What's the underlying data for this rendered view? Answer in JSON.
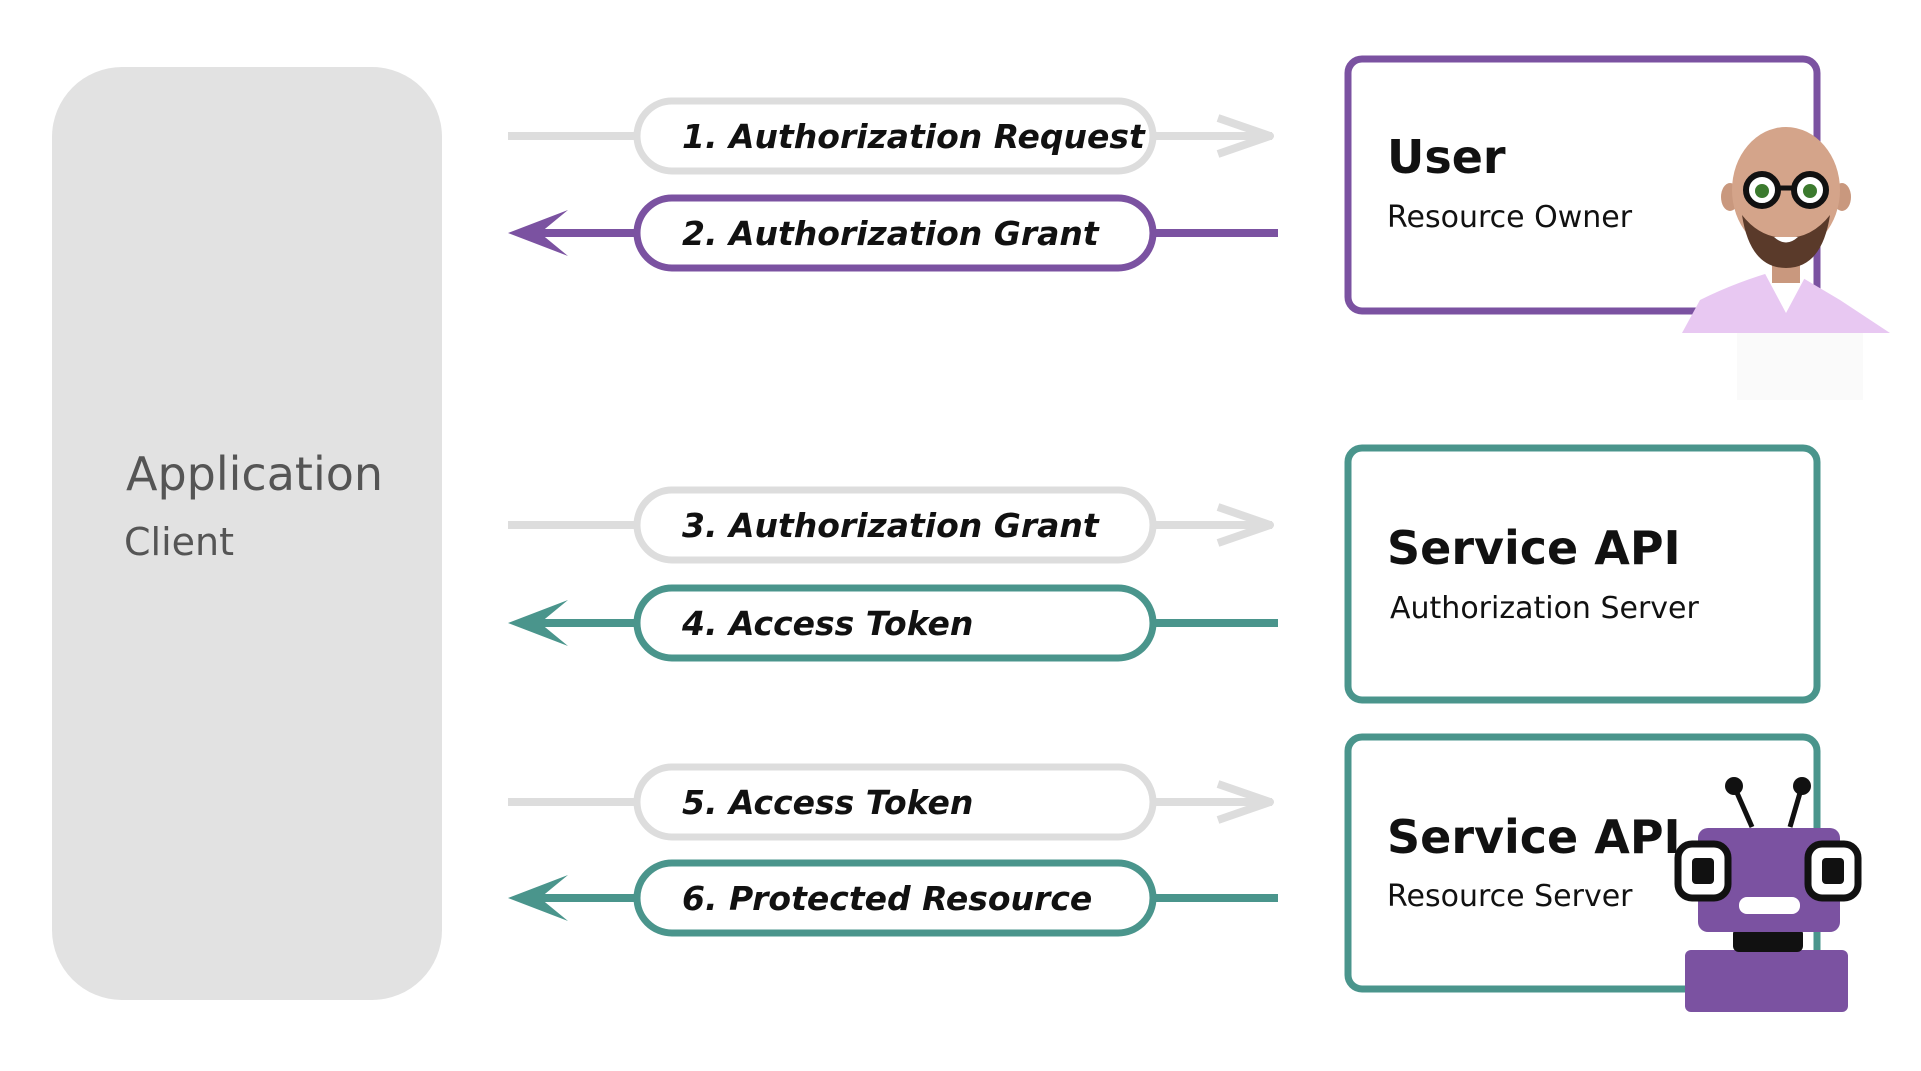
{
  "colors": {
    "purple": "#7b52a1",
    "teal": "#4a958c",
    "gray_arrow": "#dddddd",
    "client_bg": "#e2e2e2"
  },
  "client": {
    "title": "Application",
    "subtitle": "Client"
  },
  "messages": [
    {
      "label": "1. Authorization Request",
      "direction": "right",
      "color": "gray_arrow"
    },
    {
      "label": "2. Authorization Grant",
      "direction": "left",
      "color": "purple"
    },
    {
      "label": "3. Authorization Grant",
      "direction": "right",
      "color": "gray_arrow"
    },
    {
      "label": "4. Access Token",
      "direction": "left",
      "color": "teal"
    },
    {
      "label": "5. Access Token",
      "direction": "right",
      "color": "gray_arrow"
    },
    {
      "label": "6. Protected Resource",
      "direction": "left",
      "color": "teal"
    }
  ],
  "boxes": {
    "user": {
      "title": "User",
      "subtitle": "Resource Owner",
      "color": "purple",
      "icon": "user-avatar-icon"
    },
    "auth_server": {
      "title": "Service API",
      "subtitle": "Authorization Server",
      "color": "teal"
    },
    "resource_server": {
      "title": "Service API",
      "subtitle": "Resource Server",
      "color": "teal",
      "icon": "robot-icon"
    }
  }
}
